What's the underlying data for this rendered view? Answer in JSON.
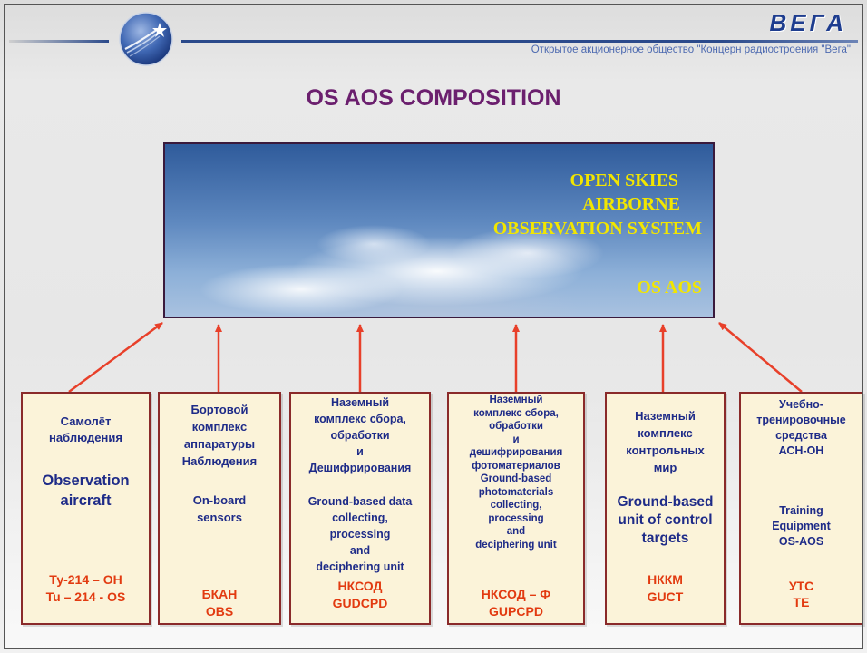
{
  "header": {
    "brand": "ВЕГА",
    "company": "Открытое акционерное общество \"Концерн радиостроения \"Вега\"",
    "logo_icon": "star-comet-icon"
  },
  "title": "OS AOS COMPOSITION",
  "banner": {
    "line1": "OPEN SKIES",
    "line2": "AIRBORNE",
    "line3": "OBSERVATION SYSTEM",
    "line4": "OS AOS"
  },
  "colors": {
    "title": "#6b1f6e",
    "banner_text": "#f2e600",
    "box_text": "#1e2b88",
    "box_code": "#e23a10",
    "arrow": "#e8402a",
    "box_fill": "#fbf3d9"
  },
  "boxes": [
    {
      "ru": [
        "Самолёт",
        "наблюдения"
      ],
      "en": [
        "Observation",
        "aircraft"
      ],
      "code": [
        "Ту-214 – ОН",
        "Tu – 214 - OS"
      ]
    },
    {
      "ru": [
        "Бортовой",
        "комплекс",
        "аппаратуры",
        "Наблюдения"
      ],
      "en": [
        "On-board",
        "sensors"
      ],
      "code": [
        "БКАН",
        "OBS"
      ]
    },
    {
      "ru": [
        "Наземный",
        "комплекс сбора,",
        "обработки",
        "и",
        "Дешифрирования"
      ],
      "en": [
        "Ground-based data",
        "collecting,",
        "processing",
        "and",
        "deciphering unit"
      ],
      "code": [
        "НКСОД",
        "GUDCPD"
      ]
    },
    {
      "ru": [
        "Наземный",
        "комплекс сбора,",
        "обработки",
        "и",
        "дешифрирования",
        "фотоматериалов"
      ],
      "en": [
        "Ground-based",
        "photomaterials",
        "collecting,",
        "processing",
        "and",
        "deciphering unit"
      ],
      "code": [
        "НКСОД – Ф",
        "GUPCPD"
      ]
    },
    {
      "ru": [
        "Наземный",
        "комплекс",
        "контрольных",
        "мир"
      ],
      "en": [
        "Ground-based",
        "unit of control",
        "targets"
      ],
      "code": [
        "НККМ",
        "GUCT"
      ]
    },
    {
      "ru": [
        "Учебно-",
        "тренировочные",
        "средства",
        "АСН-ОН"
      ],
      "en": [
        "Training",
        "Equipment",
        "OS-AOS"
      ],
      "code": [
        "УТС",
        "ТЕ"
      ]
    }
  ]
}
